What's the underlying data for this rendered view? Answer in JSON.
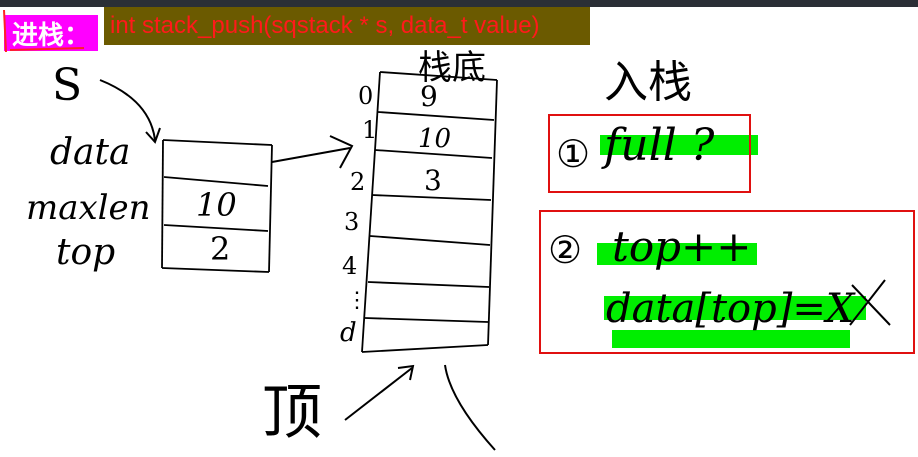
{
  "header": {
    "label": "进栈：",
    "code": "int stack_push(sqstack * s, data_t value)"
  },
  "struct": {
    "var_name": "S",
    "fields": [
      "data",
      "maxlen",
      "top"
    ],
    "values": [
      "",
      "10",
      "2"
    ]
  },
  "stack": {
    "bottom_label": "栈底",
    "top_label": "顶",
    "indices": [
      "0",
      "1",
      "2",
      "3",
      "4",
      "⋮",
      "d"
    ],
    "cells": [
      "9",
      "10",
      "3",
      "",
      "",
      "",
      ""
    ]
  },
  "steps": {
    "title": "入栈",
    "step1": {
      "num": "①",
      "text": "full ?"
    },
    "step2": {
      "num": "②",
      "line1": "top++",
      "line2": "data[top]=X"
    }
  },
  "colors": {
    "highlight": "#00ee00",
    "box": "#e01010",
    "code_bg": "#6b5a00",
    "label_bg": "#ff00ff"
  }
}
